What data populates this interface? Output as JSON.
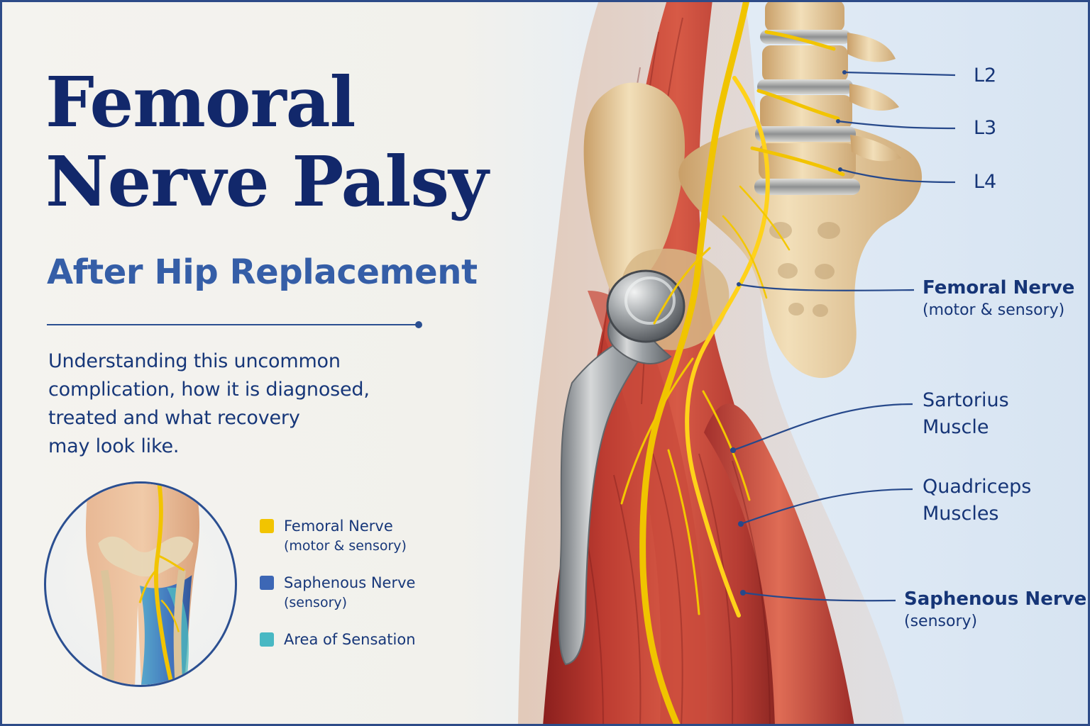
{
  "title": {
    "line1": "Femoral",
    "line2": "Nerve Palsy",
    "subtitle": "After Hip Replacement"
  },
  "intro": {
    "line1": "Understanding this uncommon",
    "line2": "complication, how it is diagnosed,",
    "line3": "treated and what recovery",
    "line4": "may look like."
  },
  "legend": [
    {
      "label": "Femoral Nerve",
      "subtitle": "(motor & sensory)",
      "color": "#f2c400"
    },
    {
      "label": "Saphenous Nerve",
      "subtitle": "(sensory)",
      "color": "#3d67b5"
    },
    {
      "label": "Area of Sensation",
      "subtitle": "",
      "color": "#48b8c3"
    }
  ],
  "callouts": {
    "l2": "L2",
    "l3": "L3",
    "l4": "L4",
    "femoral": "Femoral Nerve",
    "femoral_sub": "(motor & sensory)",
    "sartorius_line1": "Sartorius",
    "sartorius_line2": "Muscle",
    "quadriceps_line1": "Quadriceps",
    "quadriceps_line2": "Muscles",
    "saphenous": "Saphenous Nerve",
    "saphenous_sub": "(sensory)"
  },
  "colors": {
    "navy": "#12286b",
    "accent_blue": "#355ea7",
    "nerve_yellow": "#f2c400",
    "saphenous_blue": "#3d67b5",
    "sensation_teal": "#48b8c3",
    "muscle_red": "#b8342d",
    "bone": "#e4cf9e",
    "implant_metal": "#9fa4aa"
  },
  "icons": {
    "legend_yellow": "femoral-nerve-swatch-icon",
    "legend_blue": "saphenous-nerve-swatch-icon",
    "legend_teal": "sensation-area-swatch-icon"
  }
}
